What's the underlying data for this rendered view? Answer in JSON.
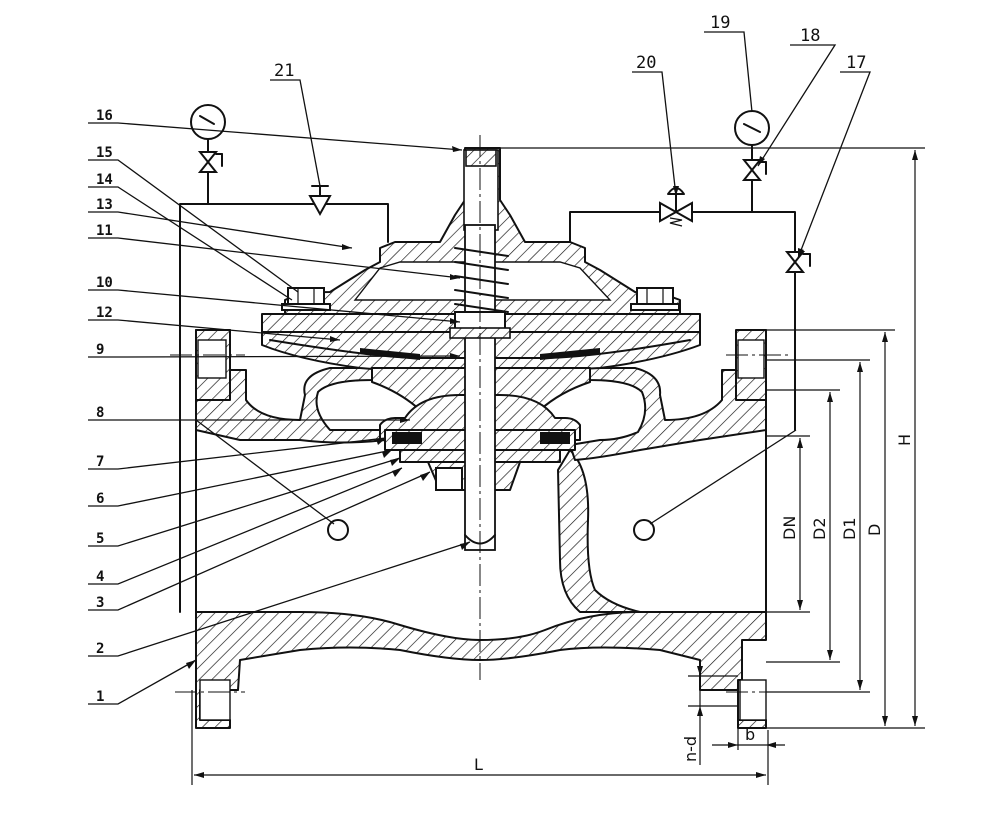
{
  "callouts": {
    "c1": "1",
    "c2": "2",
    "c3": "3",
    "c4": "4",
    "c5": "5",
    "c6": "6",
    "c7": "7",
    "c8": "8",
    "c9": "9",
    "c10": "10",
    "c11": "11",
    "c12": "12",
    "c13": "13",
    "c14": "14",
    "c15": "15",
    "c16": "16",
    "c17": "17",
    "c18": "18",
    "c19": "19",
    "c20": "20",
    "c21": "21"
  },
  "dimensions": {
    "L": "L",
    "H": "H",
    "D": "D",
    "D1": "D1",
    "D2": "D2",
    "DN": "DN",
    "nd": "n-d",
    "b": "b"
  }
}
